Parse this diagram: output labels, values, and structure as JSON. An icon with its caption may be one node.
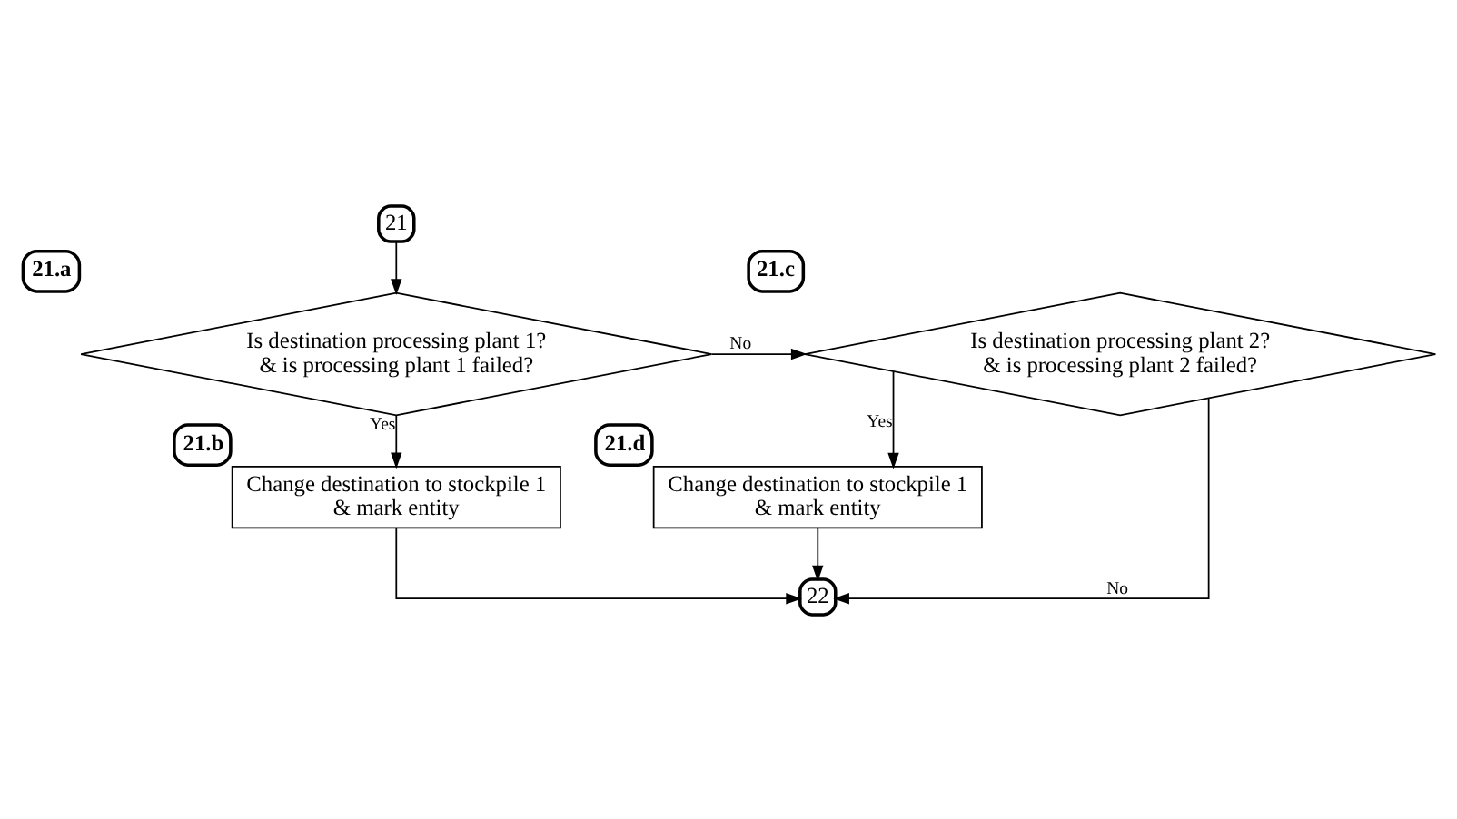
{
  "diagram": {
    "nodes": [
      {
        "text": [
          "21"
        ]
      },
      {
        "text": [
          "Is destination processing plant 1? & is processing plant 1 failed?"
        ],
        "beside": [
          "21.a"
        ]
      },
      {
        "text": [
          "Change destination to stockpile 1 & mark entity"
        ],
        "beside": [
          "21.b"
        ]
      },
      {
        "text": [
          "Is destination processing plant 2? & is processing plant 2 failed?"
        ],
        "beside": [
          "21.c"
        ]
      },
      {
        "text": [
          "Change destination to stockpile 1 & mark entity"
        ],
        "beside": [
          "21.d"
        ]
      },
      {
        "text": [
          "22"
        ]
      }
    ],
    "edges": [
      {
        "from": 0,
        "to": 1,
        "arrow": "to"
      },
      {
        "from": 1,
        "to": 3,
        "arrow": "to",
        "label": "No"
      },
      {
        "from": 1,
        "to": 2,
        "arrow": "to",
        "label": "Yes"
      },
      {
        "from": 3,
        "to": 4,
        "arrow": "to",
        "label": "Yes"
      },
      {
        "from": 2,
        "to": 5,
        "arrow": "to"
      },
      {
        "from": 4,
        "to": 5,
        "arrow": "to"
      },
      {
        "from": 3,
        "to": 5,
        "arrow": "to",
        "label": "No"
      }
    ]
  }
}
